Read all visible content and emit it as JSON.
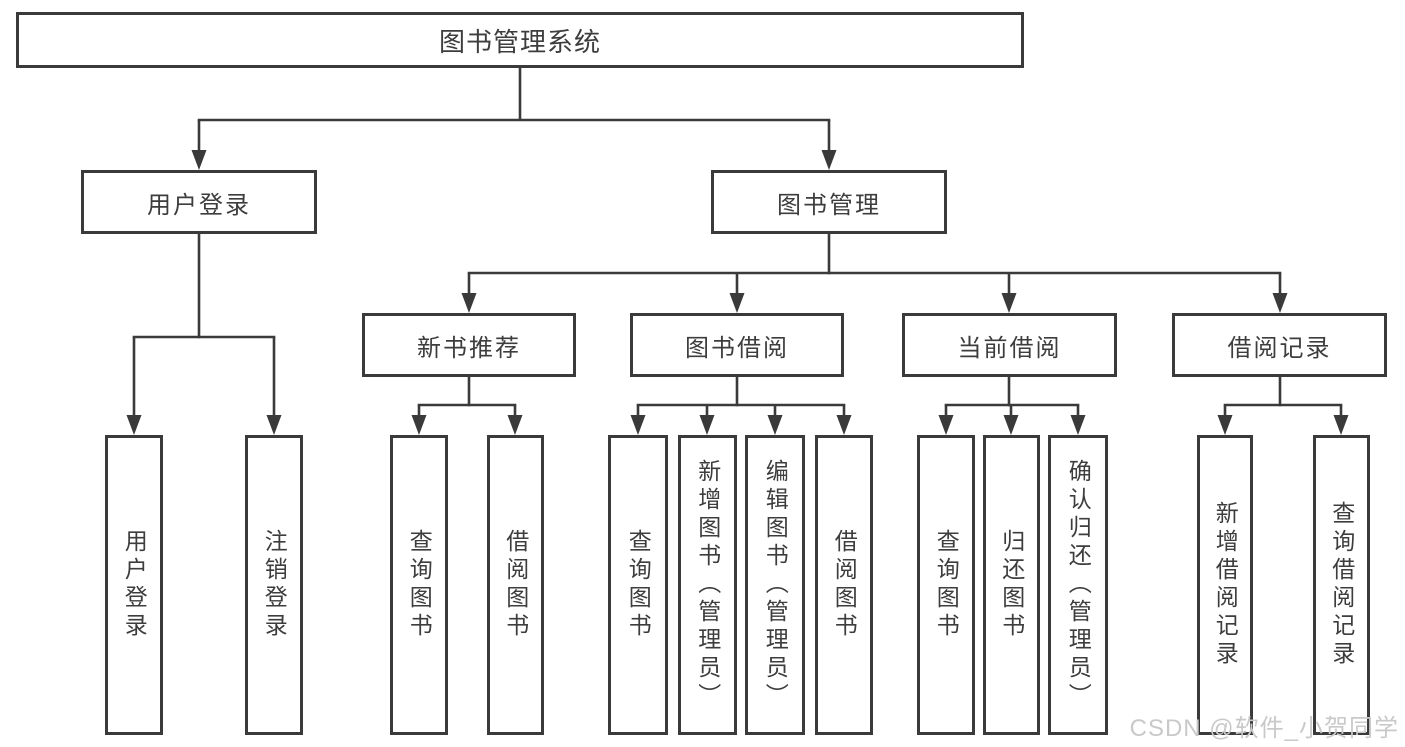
{
  "colors": {
    "line": "#3a3a3a",
    "text": "#3d3d3d",
    "bg": "#ffffff",
    "watermark": "#c9c9c9"
  },
  "tree": {
    "root": {
      "label": "图书管理系统",
      "children": [
        {
          "label": "用户登录",
          "children": [
            {
              "label": "用户登录"
            },
            {
              "label": "注销登录"
            }
          ]
        },
        {
          "label": "图书管理",
          "children": [
            {
              "label": "新书推荐",
              "children": [
                {
                  "label": "查询图书"
                },
                {
                  "label": "借阅图书"
                }
              ]
            },
            {
              "label": "图书借阅",
              "children": [
                {
                  "label": "查询图书"
                },
                {
                  "label": "新增图书（管理员）"
                },
                {
                  "label": "编辑图书（管理员）"
                },
                {
                  "label": "借阅图书"
                }
              ]
            },
            {
              "label": "当前借阅",
              "children": [
                {
                  "label": "查询图书"
                },
                {
                  "label": "归还图书"
                },
                {
                  "label": "确认归还（管理员）"
                }
              ]
            },
            {
              "label": "借阅记录",
              "children": [
                {
                  "label": "新增借阅记录"
                },
                {
                  "label": "查询借阅记录"
                }
              ]
            }
          ]
        }
      ]
    }
  },
  "watermark": {
    "text": "CSDN @软件_小贺同学"
  }
}
